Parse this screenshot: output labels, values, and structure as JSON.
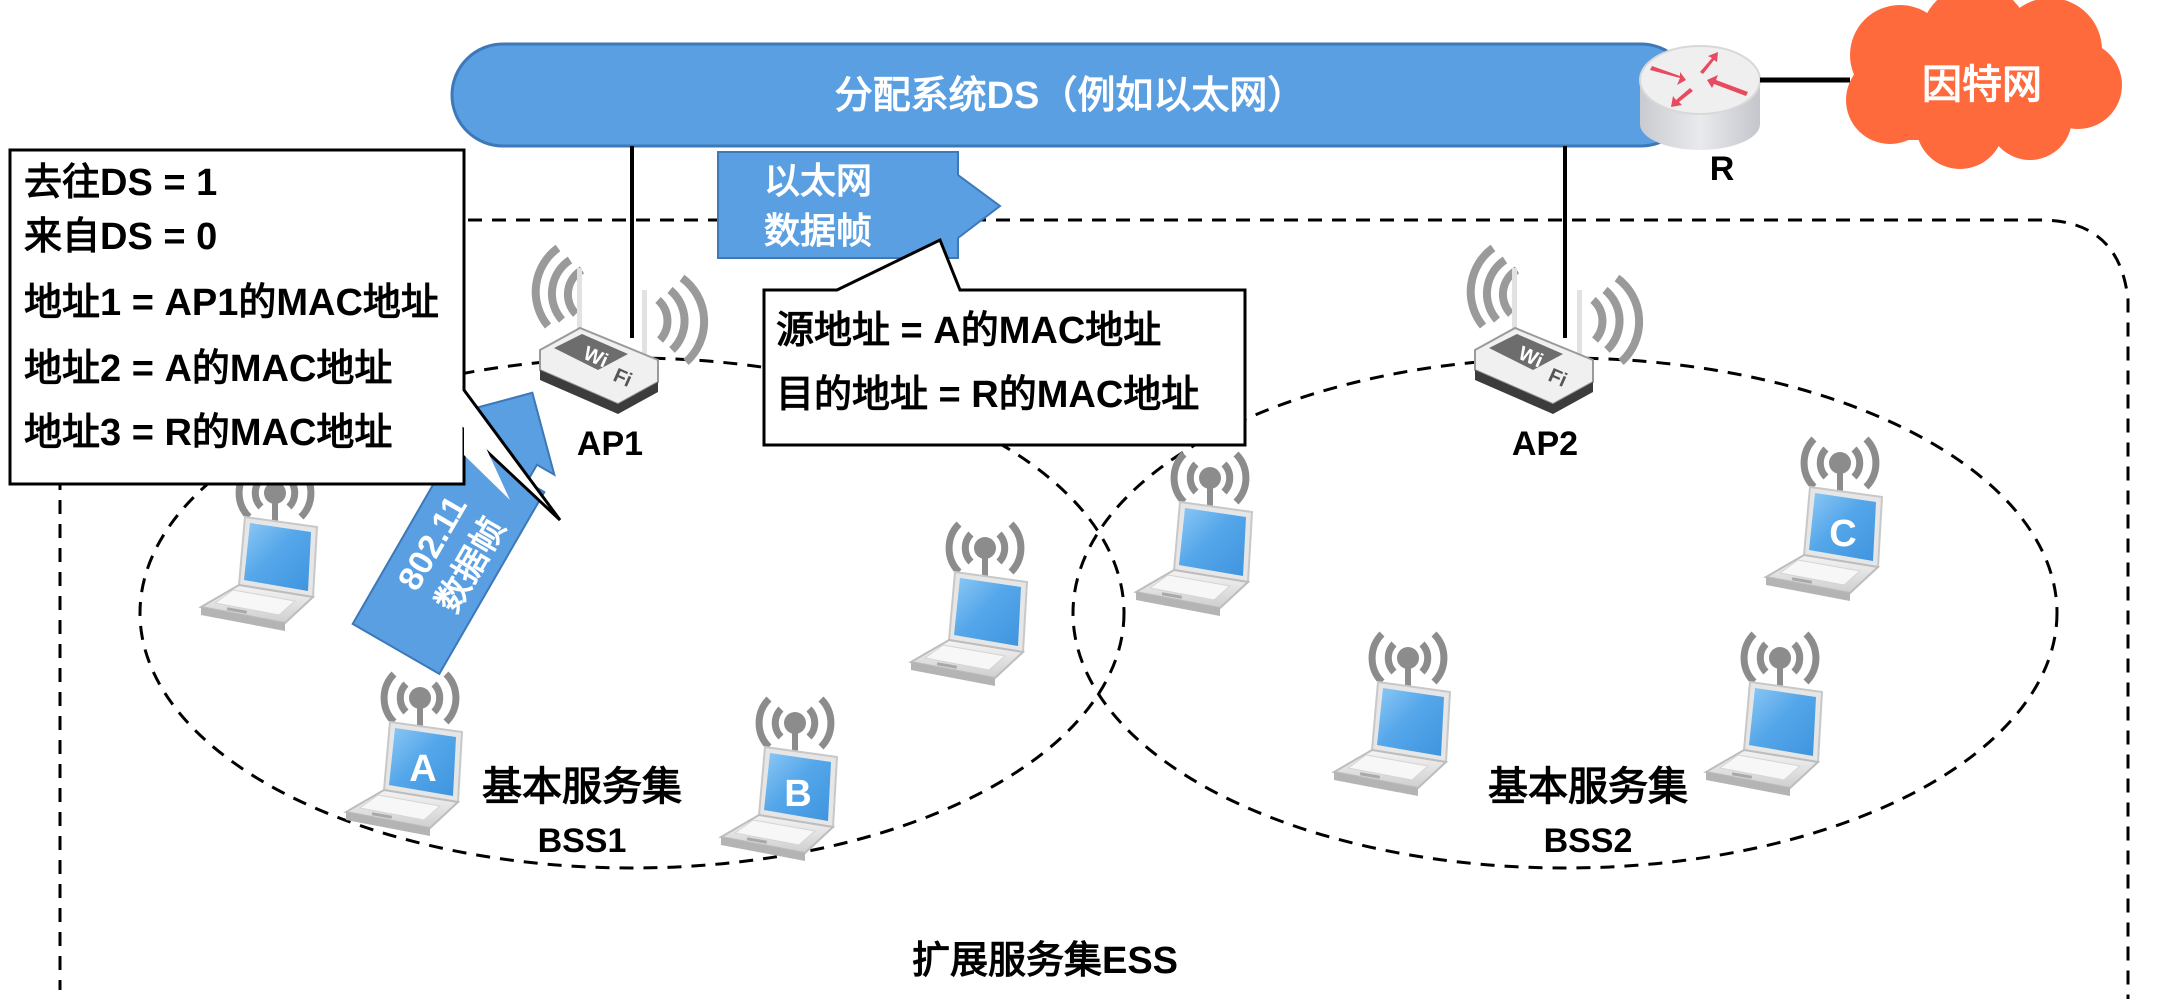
{
  "colors": {
    "ds_bar": "#5a9fe2",
    "ds_bar_border": "#3d78b8",
    "frame_arrow": "#5a9fe2",
    "internet_cloud": "#ff6a3d",
    "signal_gray": "#8c8c8c",
    "laptop_screen": "#55a7ea",
    "router_arrow": "#e84a5f"
  },
  "distribution_system": {
    "label": "分配系统DS（例如以太网）"
  },
  "router": {
    "label": "R"
  },
  "internet": {
    "label": "因特网"
  },
  "access_points": [
    {
      "id": "AP1",
      "label": "AP1"
    },
    {
      "id": "AP2",
      "label": "AP2"
    }
  ],
  "ethernet_frame": {
    "line1": "以太网",
    "line2": "数据帧"
  },
  "wifi_frame": {
    "line1": "802.11",
    "line2": "数据帧"
  },
  "callout_80211": {
    "lines": [
      "去往DS = 1",
      "来自DS = 0",
      "地址1 = AP1的MAC地址",
      "地址2 = A的MAC地址",
      "地址3 = R的MAC地址"
    ]
  },
  "callout_ethernet": {
    "lines": [
      "源地址 = A的MAC地址",
      "目的地址 = R的MAC地址"
    ]
  },
  "bss1": {
    "title": "基本服务集",
    "subtitle": "BSS1"
  },
  "bss2": {
    "title": "基本服务集",
    "subtitle": "BSS2"
  },
  "ess": {
    "label": "扩展服务集ESS"
  },
  "stations": [
    {
      "bss": "BSS1",
      "label": ""
    },
    {
      "bss": "BSS1",
      "label": "A"
    },
    {
      "bss": "BSS1",
      "label": "B"
    },
    {
      "bss": "BSS1",
      "label": ""
    },
    {
      "bss": "BSS2",
      "label": ""
    },
    {
      "bss": "BSS2",
      "label": "C"
    },
    {
      "bss": "BSS2",
      "label": ""
    },
    {
      "bss": "BSS2",
      "label": ""
    }
  ]
}
